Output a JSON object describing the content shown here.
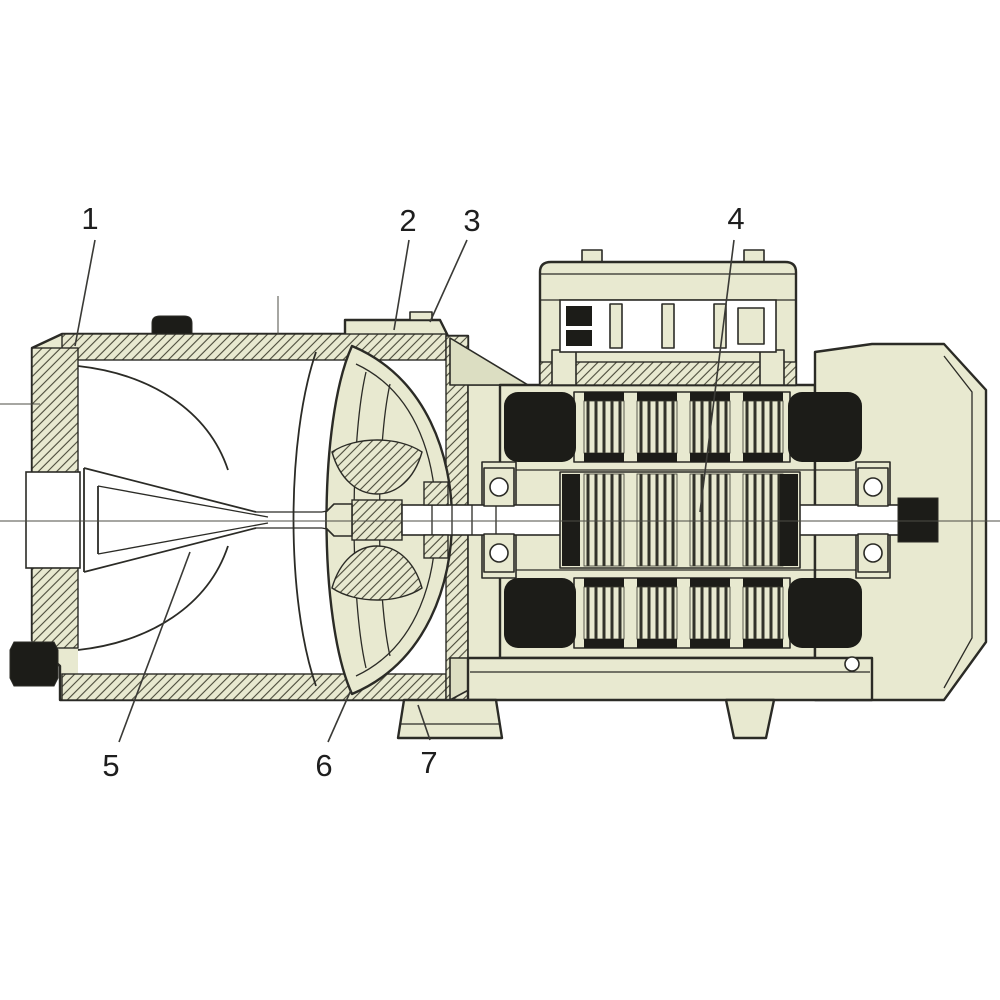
{
  "figure": {
    "type": "technical-cross-section-diagram",
    "background": "#ffffff",
    "colors": {
      "body": "#e8e9d0",
      "body_shade": "#dcdec2",
      "outline": "#2b2b26",
      "dark_fill": "#1c1c18",
      "white": "#ffffff"
    },
    "labels": [
      {
        "text": "1"
      },
      {
        "text": "2"
      },
      {
        "text": "3"
      },
      {
        "text": "4"
      },
      {
        "text": "5"
      },
      {
        "text": "6"
      },
      {
        "text": "7"
      }
    ]
  }
}
